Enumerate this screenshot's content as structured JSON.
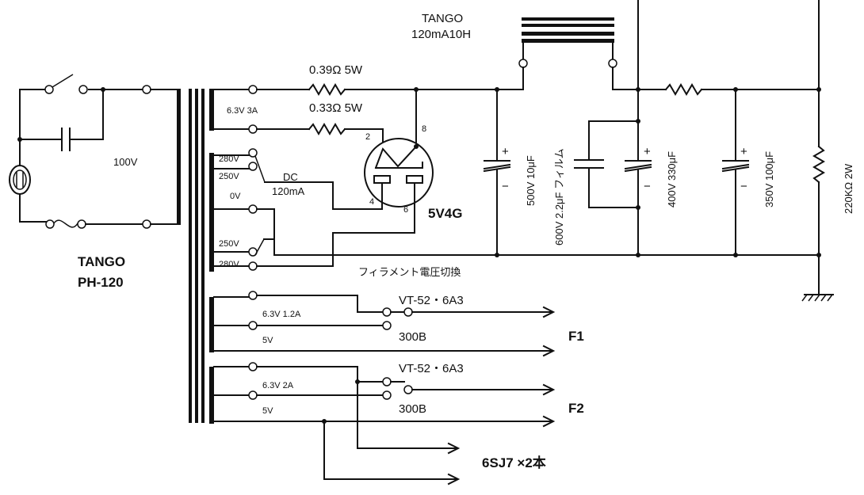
{
  "labels": {
    "ac_in": "100V",
    "pt_maker": "TANGO",
    "pt_model": "PH-120",
    "choke_maker": "TANGO",
    "choke_spec": "120mA10H",
    "r1": "0.39Ω  5W",
    "r2": "0.33Ω  5W",
    "tap_63v3a": "6.3V 3A",
    "tap_280_top": "280V",
    "tap_250_top": "250V",
    "tap_0v": "0V",
    "tap_250_bot": "250V",
    "tap_280_bot": "280V",
    "dc_label": "DC",
    "dc_current": "120mA",
    "rectifier": "5V4G",
    "pin2": "2",
    "pin4": "4",
    "pin6": "6",
    "pin8": "8",
    "fil_switch": "フィラメント電圧切換",
    "c1": "500V 10μF",
    "c2": "600V 2.2μF フィルム",
    "c3": "400V 330μF",
    "c4": "350V 100μF",
    "bleeder": "220KΩ 2W",
    "plus": "+",
    "minus": "−",
    "f1_tap1": "6.3V 1.2A",
    "f1_tap2": "5V",
    "f1_vt": "VT-52・6A3",
    "f1_300b": "300B",
    "f1": "F1",
    "f2_tap1": "6.3V   2A",
    "f2_tap2": "5V",
    "f2_vt": "VT-52・6A3",
    "f2_300b": "300B",
    "f2": "F2",
    "heater_out": "6SJ7  ×2本"
  }
}
